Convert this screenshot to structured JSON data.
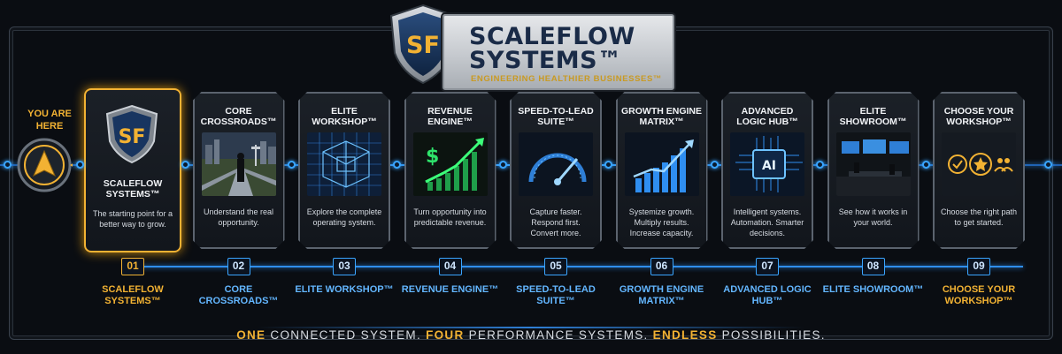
{
  "brand": {
    "monogram": "SF",
    "title_line1": "SCALEFLOW",
    "title_line2": "SYSTEMS™",
    "tagline": "ENGINEERING HEALTHIER BUSINESSES™"
  },
  "you_are_here": "YOU ARE HERE",
  "cards": [
    {
      "title": "SCALEFLOW SYSTEMS™",
      "desc": "The starting point for a better way to grow.",
      "number": "01",
      "label": "SCALEFLOW SYSTEMS™",
      "icon": "sf-shield-icon",
      "active": true
    },
    {
      "title": "CORE CROSSROADS™",
      "desc": "Understand the real opportunity.",
      "number": "02",
      "label": "CORE CROSSROADS™",
      "icon": "crossroads-figure-icon"
    },
    {
      "title": "ELITE WORKSHOP™",
      "desc": "Explore the complete operating system.",
      "number": "03",
      "label": "ELITE WORKSHOP™",
      "icon": "blueprint-cube-icon"
    },
    {
      "title": "REVENUE ENGINE™",
      "desc": "Turn opportunity into predictable revenue.",
      "number": "04",
      "label": "REVENUE ENGINE™",
      "icon": "dollar-growth-icon"
    },
    {
      "title": "SPEED-TO-LEAD SUITE™",
      "desc": "Capture faster. Respond first. Convert more.",
      "number": "05",
      "label": "SPEED-TO-LEAD SUITE™",
      "icon": "speedometer-icon"
    },
    {
      "title": "GROWTH ENGINE MATRIX™",
      "desc": "Systemize growth. Multiply results. Increase capacity.",
      "number": "06",
      "label": "GROWTH ENGINE MATRIX™",
      "icon": "bar-chart-icon"
    },
    {
      "title": "ADVANCED LOGIC HUB™",
      "desc": "Intelligent systems. Automation. Smarter decisions.",
      "number": "07",
      "label": "ADVANCED LOGIC HUB™",
      "icon": "ai-chip-icon",
      "chip_text": "AI"
    },
    {
      "title": "ELITE SHOWROOM™",
      "desc": "See how it works in your world.",
      "number": "08",
      "label": "ELITE SHOWROOM™",
      "icon": "showroom-icon"
    },
    {
      "title": "CHOOSE YOUR WORKSHOP™",
      "desc": "Choose the right path to get started.",
      "number": "09",
      "label": "CHOOSE YOUR WORKSHOP™",
      "icon": "path-choice-icons",
      "gold_label": true
    }
  ],
  "footer": {
    "w1": "ONE",
    "t1": " CONNECTED SYSTEM. ",
    "w2": "FOUR",
    "t2": " PERFORMANCE SYSTEMS. ",
    "w3": "ENDLESS",
    "t3": " POSSIBILITIES."
  },
  "colors": {
    "gold": "#f2b233",
    "blue": "#3aa5ff",
    "navy": "#1a2b47"
  }
}
